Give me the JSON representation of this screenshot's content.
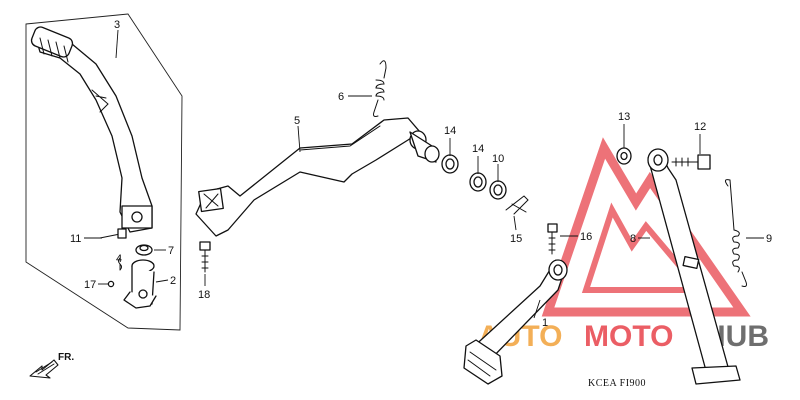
{
  "diagram": {
    "code_label": "KCEA  FI900",
    "direction_label": "FR.",
    "callouts": [
      {
        "id": "c3",
        "text": "3"
      },
      {
        "id": "c6",
        "text": "6"
      },
      {
        "id": "c5",
        "text": "5"
      },
      {
        "id": "c14a",
        "text": "14"
      },
      {
        "id": "c14b",
        "text": "14"
      },
      {
        "id": "c10",
        "text": "10"
      },
      {
        "id": "c13",
        "text": "13"
      },
      {
        "id": "c12",
        "text": "12"
      },
      {
        "id": "c11",
        "text": "11"
      },
      {
        "id": "c7",
        "text": "7"
      },
      {
        "id": "c4",
        "text": "4"
      },
      {
        "id": "c17",
        "text": "17"
      },
      {
        "id": "c2",
        "text": "2"
      },
      {
        "id": "c18",
        "text": "18"
      },
      {
        "id": "c15",
        "text": "15"
      },
      {
        "id": "c16",
        "text": "16"
      },
      {
        "id": "c8",
        "text": "8"
      },
      {
        "id": "c9",
        "text": "9"
      },
      {
        "id": "c1",
        "text": "1"
      }
    ]
  },
  "watermark": {
    "part1": "AUTO",
    "part2": "MOTO",
    "part3": "HUB",
    "color_orange": "#f2a23a",
    "color_red": "#e8434b",
    "color_dark": "#555555"
  }
}
